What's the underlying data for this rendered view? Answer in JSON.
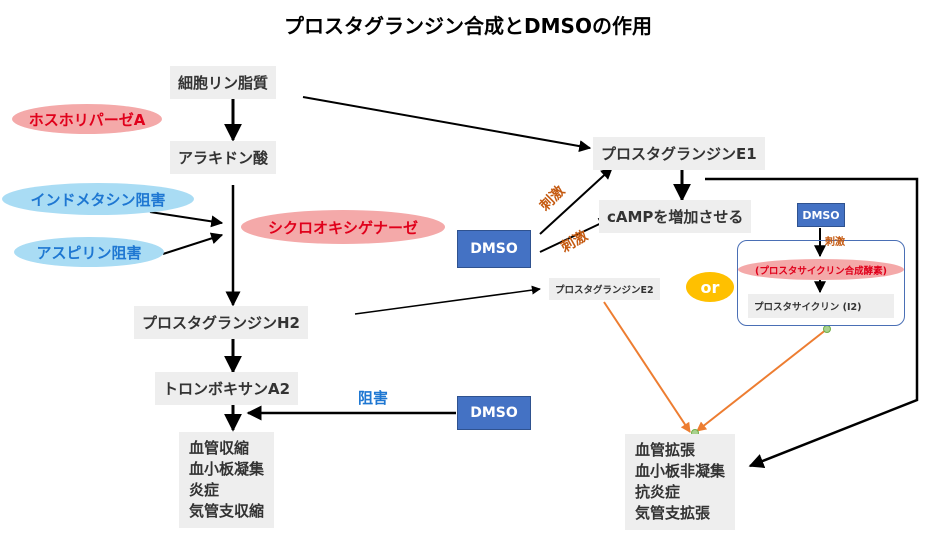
{
  "title": "プロスタグランジン合成とDMSOの作用",
  "nodes": {
    "phospholipid": "細胞リン脂質",
    "arachidonic": "アラキドン酸",
    "pgh2": "プロスタグランジンH2",
    "txa2": "トロンボキサンA2",
    "pge1": "プロスタグランジンE1",
    "camp": "cAMPを増加させる",
    "pge2": "プロスタグランジンE2",
    "prostacyclin": "プロスタサイクリン (I2)"
  },
  "enzymes": {
    "phospholipase": "ホスホリパーゼA",
    "cyclooxygenase": "シクロオキシゲナーゼ",
    "prostacyclin_synthase": "(プロスタサイクリン合成酵素)"
  },
  "inhibitors": {
    "indomethacin": "インドメタシン阻害",
    "aspirin": "アスピリン阻害"
  },
  "dmso": {
    "center": "DMSO",
    "bottom": "DMSO",
    "right": "DMSO"
  },
  "labels": {
    "stim_upper": "刺激",
    "stim_lower": "刺激",
    "stim_right": "刺激",
    "inhibit": "阻害",
    "or": "or"
  },
  "effects_left": [
    "血管収縮",
    "血小板凝集",
    "炎症",
    "気管支収縮"
  ],
  "effects_right": [
    "血管拡張",
    "血小板非凝集",
    "抗炎症",
    "気管支拡張"
  ],
  "colors": {
    "dmso_blue": "#4472c4",
    "enzyme_red": "#e0001b",
    "inhibitor_blue": "#1e77d2",
    "stim_orange": "#c55a11",
    "or_yellow": "#ffc000",
    "orange_arrow": "#ed7d31",
    "marker_green": "#a9d18e"
  }
}
